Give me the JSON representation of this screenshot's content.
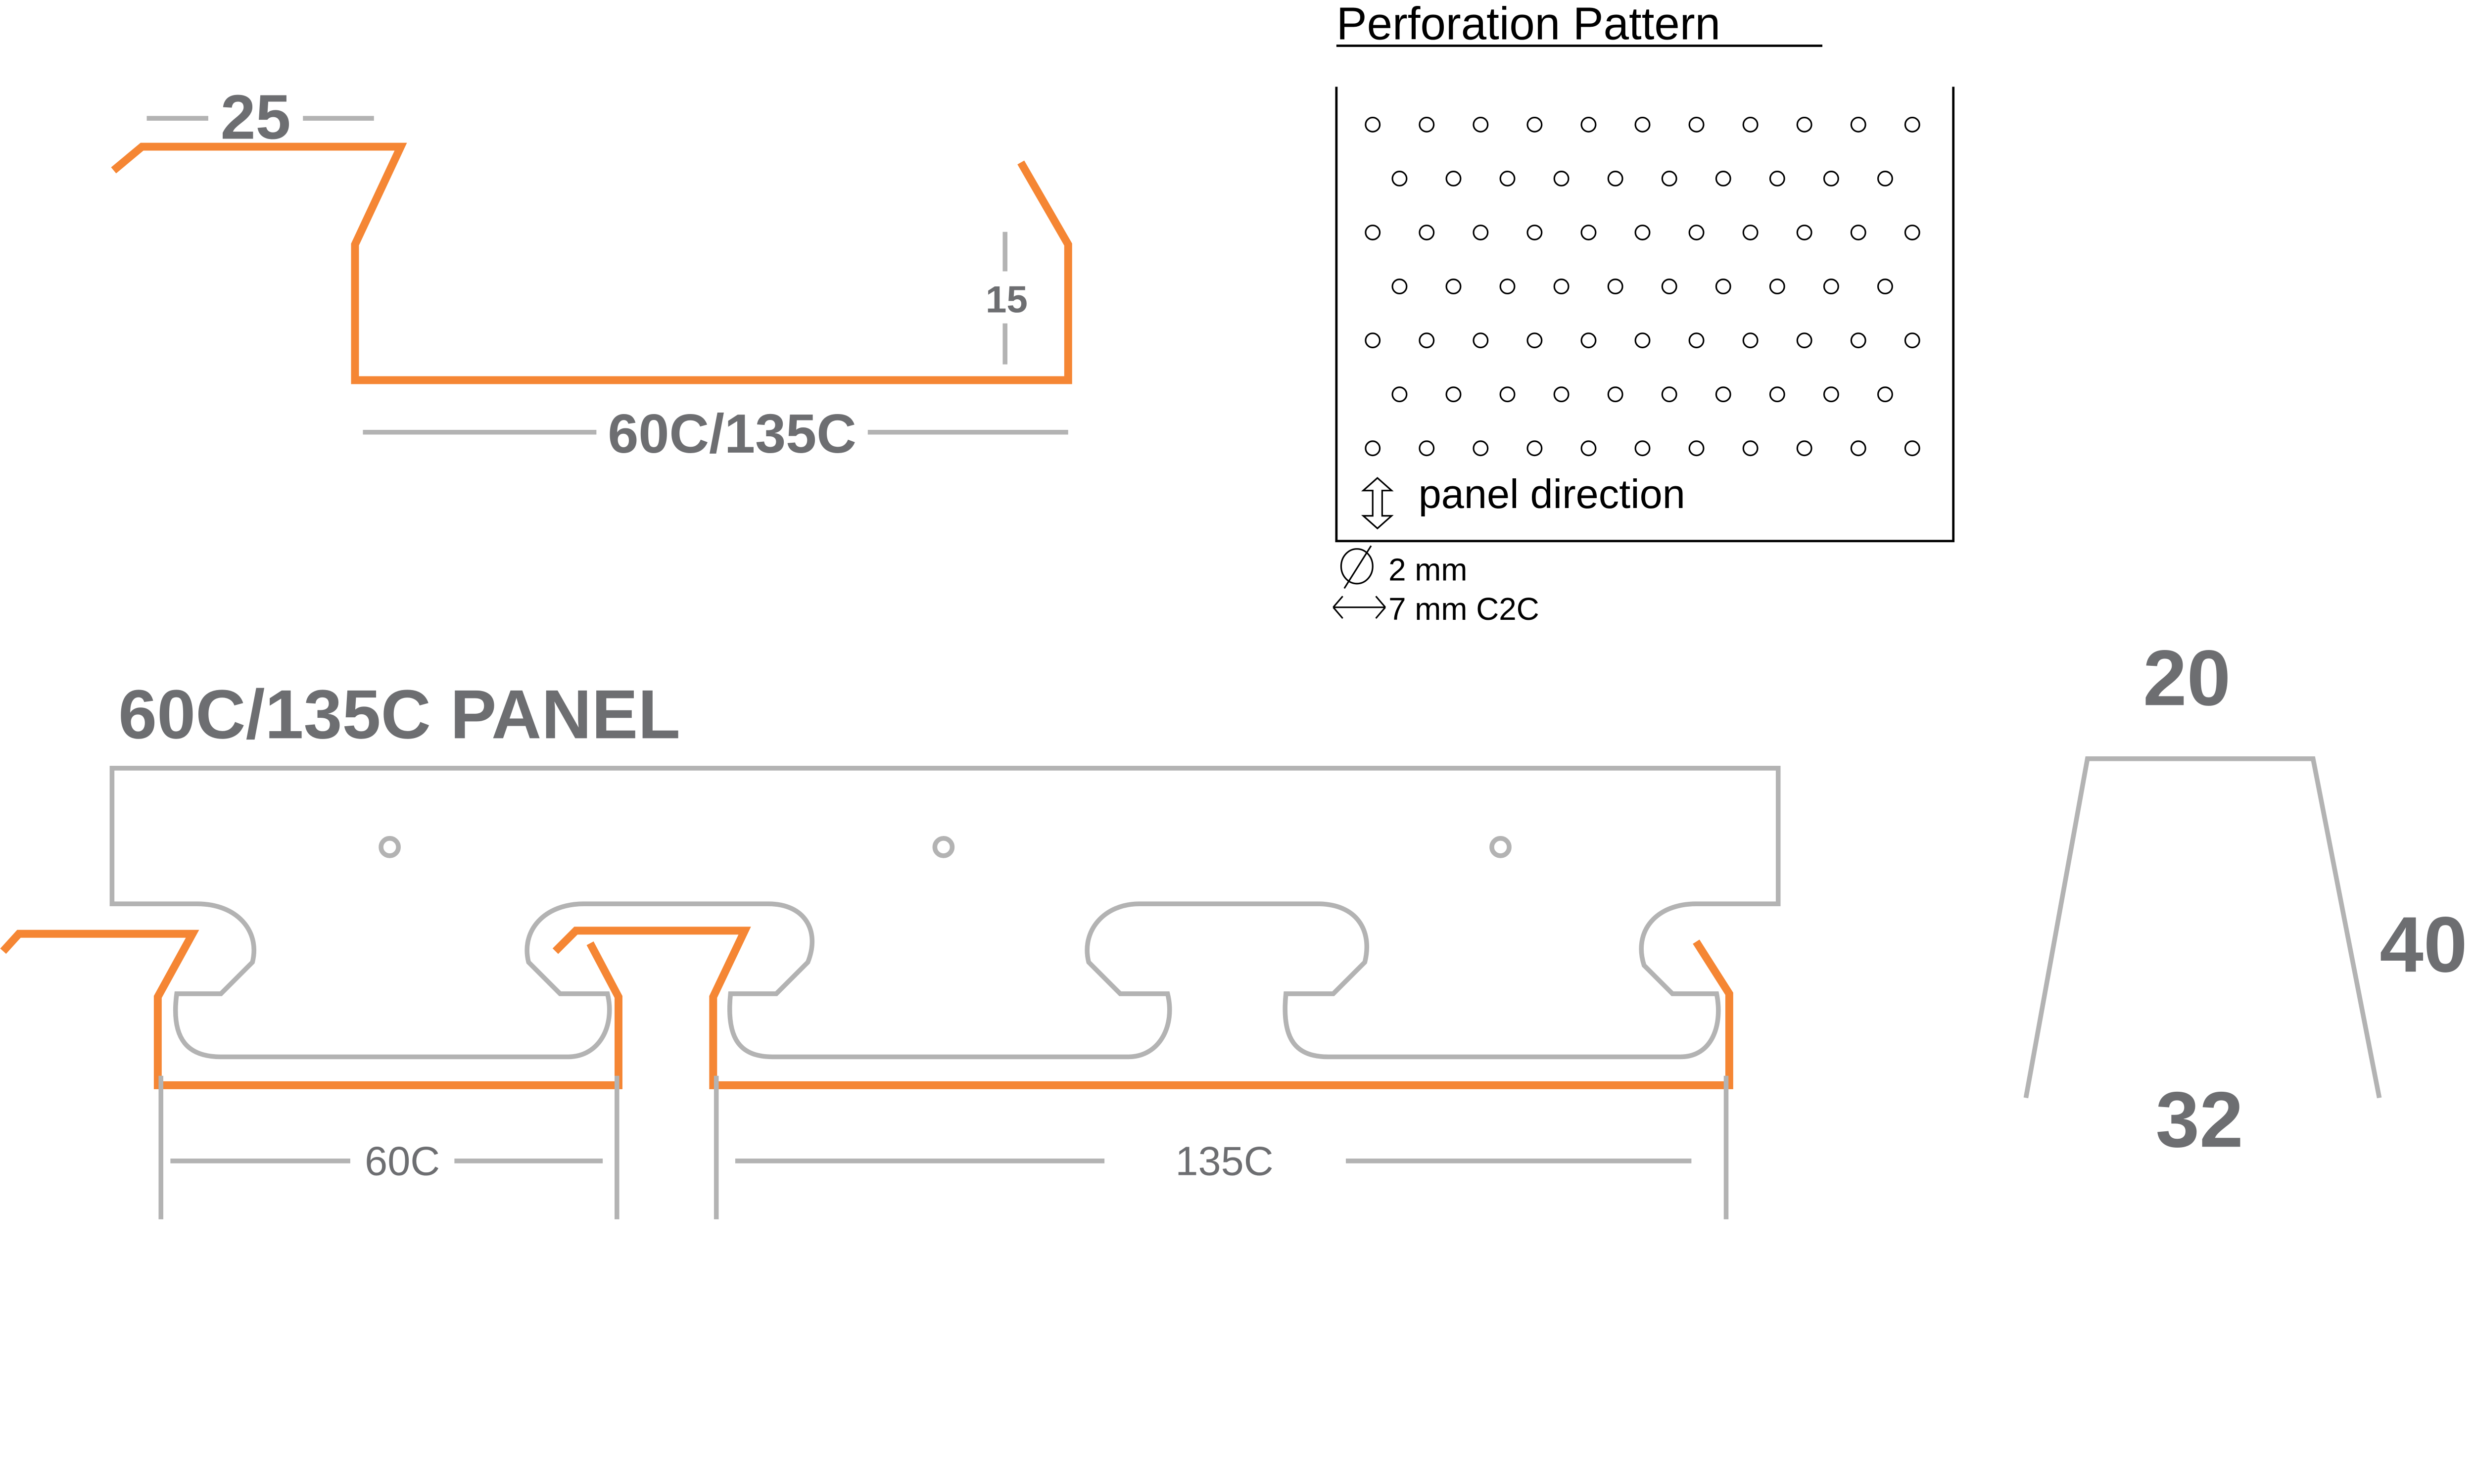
{
  "colors": {
    "profile": "#f58634",
    "outline": "#b3b3b3",
    "text": "#6d6e71"
  },
  "top_profile": {
    "width_label": "25",
    "height_label": "15",
    "span_label": "60C/135C"
  },
  "perforation": {
    "title": "Perforation Pattern",
    "direction_label": "panel direction",
    "diameter_label": "2 mm",
    "spacing_label": "7 mm C2C",
    "rows": 7,
    "dots_long_row": 11,
    "dots_short_row": 10
  },
  "panel": {
    "title": "60C/135C PANEL",
    "dim_left": "60C",
    "dim_right": "135C"
  },
  "trapezoid": {
    "top": "20",
    "side": "40",
    "bottom": "32"
  }
}
